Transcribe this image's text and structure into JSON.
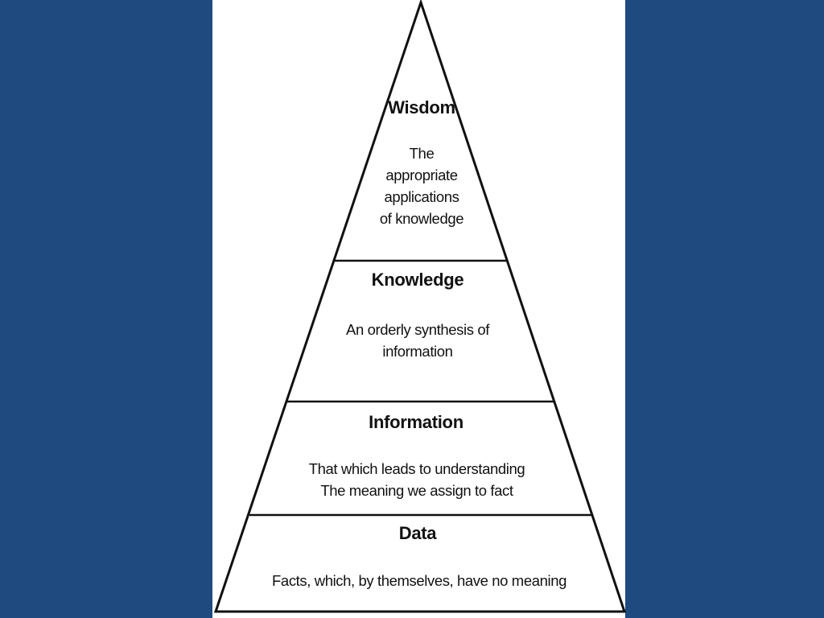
{
  "layers": [
    {
      "title": "Wisdom",
      "lines": [
        "The",
        "appropriate",
        "applications",
        "of knowledge"
      ]
    },
    {
      "title": "Knowledge",
      "lines": [
        "An orderly synthesis of",
        "information"
      ]
    },
    {
      "title": "Information",
      "lines": [
        "That which leads to understanding",
        "The meaning we assign to fact"
      ]
    },
    {
      "title": "Data",
      "lines": [
        "Facts, which, by themselves, have no meaning"
      ]
    }
  ],
  "colors": {
    "background": "#1f4a7f",
    "panel": "#ffffff",
    "stroke": "#111111"
  }
}
